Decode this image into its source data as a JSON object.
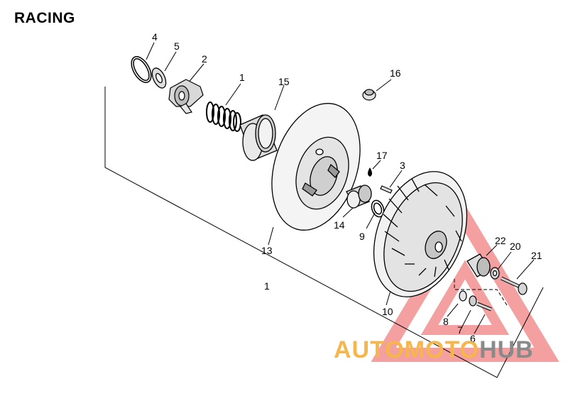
{
  "title": "RACING",
  "labels": {
    "p4": "4",
    "p5": "5",
    "p2": "2",
    "p1a": "1",
    "p15": "15",
    "p16": "16",
    "p17": "17",
    "p3": "3",
    "p14": "14",
    "p9": "9",
    "p13": "13",
    "p1b": "1",
    "p22": "22",
    "p20": "20",
    "p21": "21",
    "p10": "10",
    "p8": "8",
    "p7": "7",
    "p6": "6"
  },
  "watermark": {
    "part1": "AUTOMOTO",
    "part2": "HUB"
  },
  "colors": {
    "line": "#000000",
    "watermark_red": "#f08080",
    "watermark_orange": "#f7b64a",
    "watermark_gray": "#8a8a8a"
  }
}
